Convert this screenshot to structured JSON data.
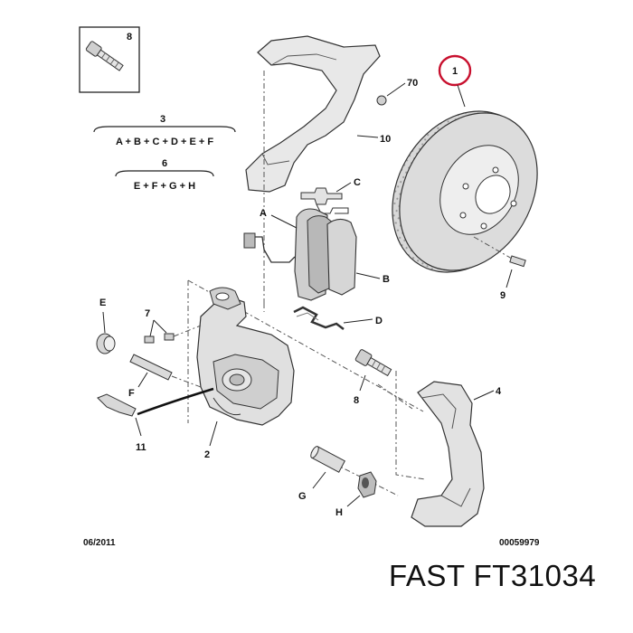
{
  "callouts": {
    "n1": "1",
    "n2": "2",
    "n3": "3",
    "n4": "4",
    "n6": "6",
    "n7": "7",
    "n8_box": "8",
    "n8": "8",
    "n9": "9",
    "n10": "10",
    "n11": "11",
    "n70": "70",
    "A": "A",
    "B": "B",
    "C": "C",
    "D": "D",
    "E": "E",
    "F": "F",
    "G": "G",
    "H": "H"
  },
  "kits": {
    "kit3": "A + B + C + D + E + F",
    "kit6": "E + F + G + H"
  },
  "footer": {
    "date": "06/2011",
    "ref": "00059979"
  },
  "brand_caption": "FAST  FT31034",
  "colors": {
    "part_fill": "#e6e6e6",
    "part_stroke": "#333333",
    "highlight": "#c8102e"
  }
}
